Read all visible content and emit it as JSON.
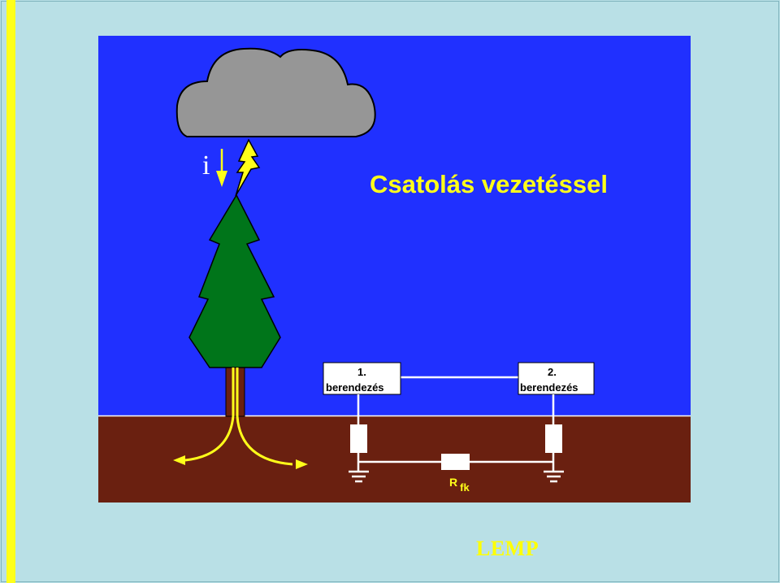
{
  "diagram": {
    "title": "Csatolás vezetéssel",
    "current_symbol": "i",
    "device1": {
      "number": "1.",
      "label": "berendezés"
    },
    "device2": {
      "number": "2.",
      "label": "berendezés"
    },
    "resistor": {
      "symbol": "R",
      "subscript": "fk"
    }
  },
  "colors": {
    "background": "#b9e0e6",
    "sky": "#2030ff",
    "ground": "#6a2010",
    "cloud": "#969696",
    "tree": "#00751a",
    "trunk": "#6a2010",
    "accent_yellow": "#ffff1a",
    "wire": "#ffffff"
  },
  "footer": {
    "label": "LEMP"
  }
}
